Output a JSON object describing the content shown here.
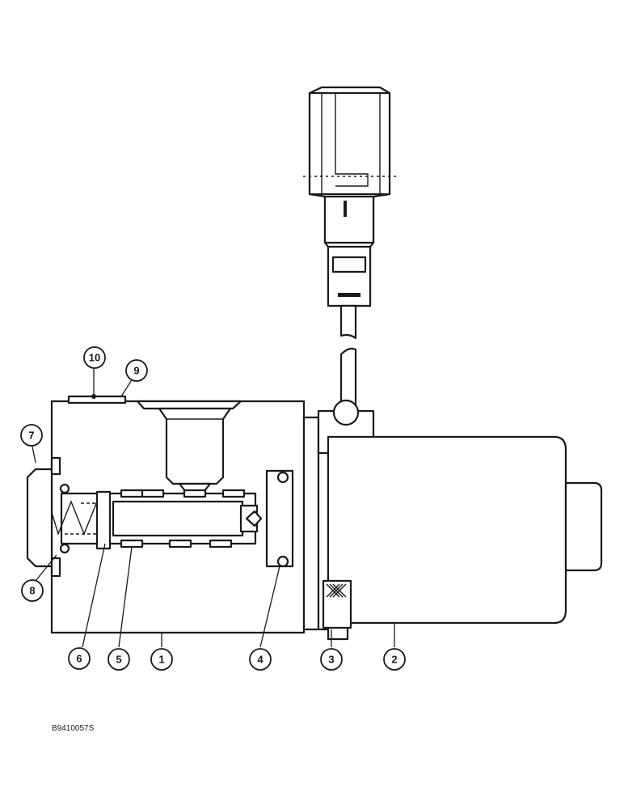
{
  "figure": {
    "code": "B9410057S",
    "callouts": [
      {
        "id": "c1",
        "label": "1"
      },
      {
        "id": "c2",
        "label": "2"
      },
      {
        "id": "c3",
        "label": "3"
      },
      {
        "id": "c4",
        "label": "4"
      },
      {
        "id": "c5",
        "label": "5"
      },
      {
        "id": "c6",
        "label": "6"
      },
      {
        "id": "c7",
        "label": "7"
      },
      {
        "id": "c8",
        "label": "8"
      },
      {
        "id": "c9",
        "label": "9"
      },
      {
        "id": "c10",
        "label": "10"
      }
    ]
  },
  "colors": {
    "ink": "#1a1a1a",
    "paper": "#ffffff"
  }
}
